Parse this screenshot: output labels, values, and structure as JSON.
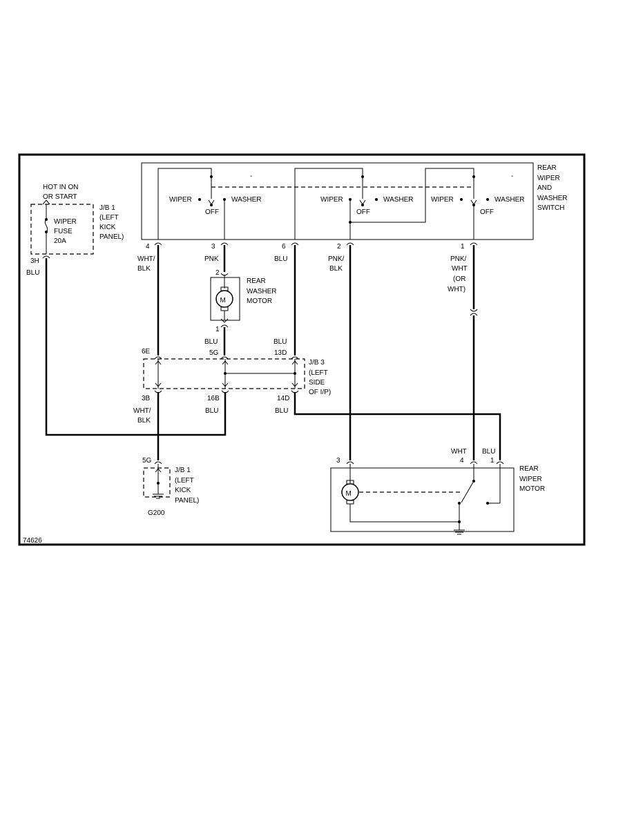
{
  "figure_id": "74626",
  "power": {
    "hot_label_1": "HOT IN ON",
    "hot_label_2": "OR START",
    "jb1": [
      "J/B 1",
      "(LEFT",
      "KICK",
      "PANEL)"
    ],
    "fuse": [
      "WIPER",
      "FUSE",
      "20A"
    ],
    "out_pin": "3H",
    "out_wire": "BLU"
  },
  "switch": {
    "title": [
      "REAR",
      "WIPER",
      "AND",
      "WASHER",
      "SWITCH"
    ],
    "wiper": "WIPER",
    "off": "OFF",
    "washer": "WASHER",
    "dash": "-",
    "pins": [
      "4",
      "3",
      "6",
      "2",
      "1"
    ],
    "wires": {
      "p4": [
        "WHT/",
        "BLK"
      ],
      "p3": [
        "PNK"
      ],
      "p6": [
        "BLU"
      ],
      "p2": [
        "PNK/",
        "BLK"
      ],
      "p1": [
        "PNK/",
        "WHT",
        "(OR",
        "WHT)"
      ]
    }
  },
  "washer_motor": {
    "label": [
      "REAR",
      "WASHER",
      "MOTOR"
    ],
    "pin_top": "2",
    "pin_bottom": "1",
    "wire": "BLU",
    "motor": "M"
  },
  "jb3": {
    "label": [
      "J/B 3",
      "(LEFT",
      "SIDE",
      "OF I/P)"
    ],
    "top_pins": [
      "6E",
      "5G",
      "13D"
    ],
    "top_wire_right": "BLU",
    "bottom_pins": [
      "3B",
      "16B",
      "14D"
    ],
    "bottom_wires": {
      "left": [
        "WHT/",
        "BLK"
      ],
      "mid": "BLU",
      "right": "BLU"
    }
  },
  "ground": {
    "pin": "5G",
    "jb1": [
      "J/B 1",
      "(LEFT",
      "KICK",
      "PANEL)"
    ],
    "label": "G200"
  },
  "wiper_motor": {
    "label": [
      "REAR",
      "WIPER",
      "MOTOR"
    ],
    "pins": [
      "3",
      "4",
      "1"
    ],
    "wire_pin4": "WHT",
    "wire_pin1": "BLU",
    "motor": "M"
  }
}
